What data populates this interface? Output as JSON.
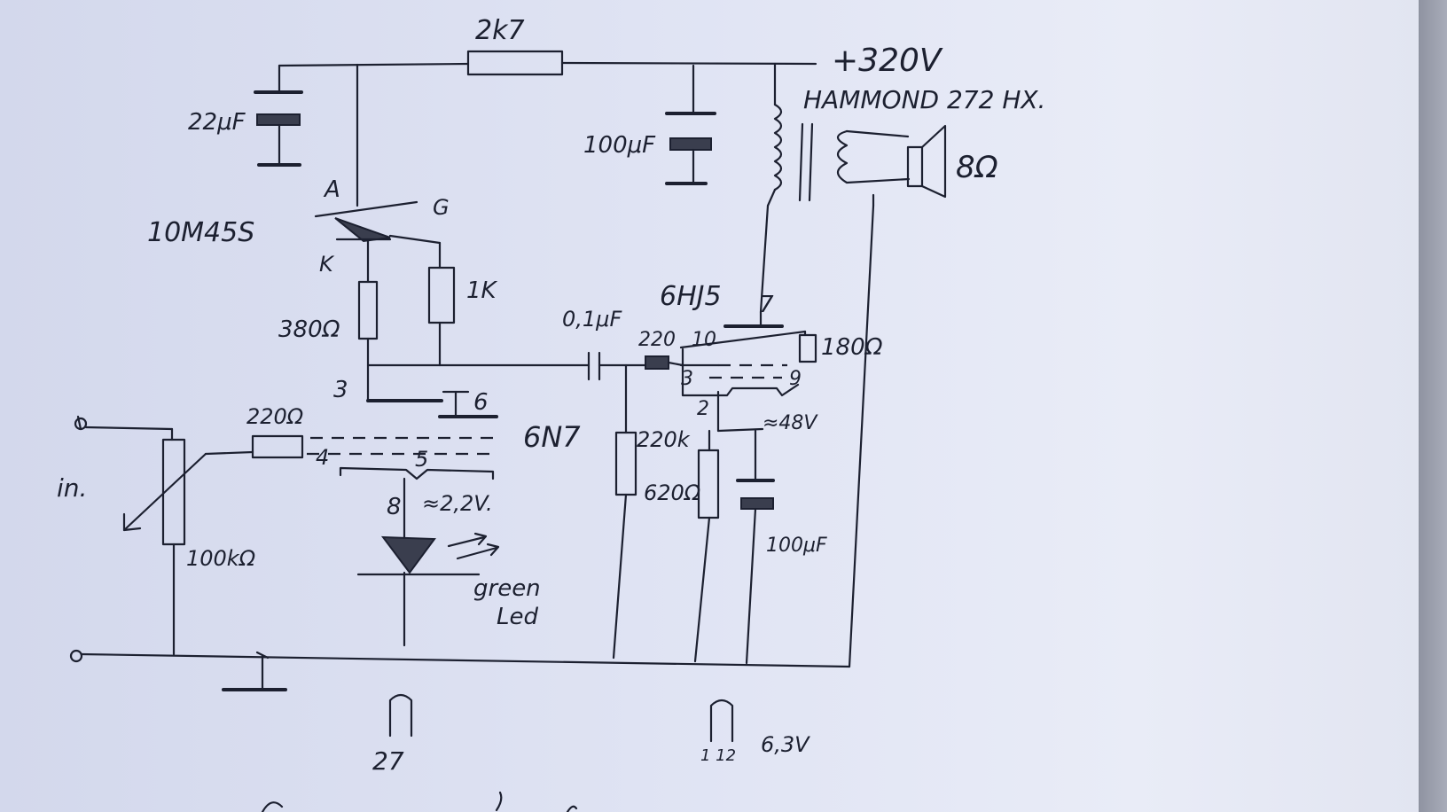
{
  "supply": {
    "voltage": "+320V",
    "series_resistor": "2k7"
  },
  "transformer": {
    "label": "HAMMOND 272 HX.",
    "speaker": "8Ω"
  },
  "power_tube": {
    "name": "6HJ5",
    "pin_anode": "7",
    "pin_g2": "10",
    "pin_g1": "3",
    "pin_9": "9",
    "pin_cathode": "2",
    "grid_stopper": "220",
    "g2_resistor": "180Ω",
    "grid_leak": "220k",
    "cathode_resistor": "620Ω",
    "cathode_cap": "100μF",
    "cathode_voltage": "≈48V"
  },
  "driver_tube": {
    "name": "6N7",
    "pin_plate1": "3",
    "pin_plate2": "6",
    "pin_grid": "4",
    "pin_5": "5",
    "pin_cathode": "8",
    "grid_resistor": "220Ω",
    "cathode_voltage": "≈2,2V."
  },
  "ccs": {
    "name": "10M45S",
    "pin_a": "A",
    "pin_k": "K",
    "pin_g": "G",
    "sense_resistor": "380Ω",
    "gate_resistor": "1K"
  },
  "caps": {
    "supply_cap1": "22μF",
    "supply_cap2": "100μF",
    "coupling": "0,1μF"
  },
  "input": {
    "label": "in.",
    "pot": "100kΩ"
  },
  "led": {
    "label_line1": "green",
    "label_line2": "Led"
  },
  "heaters": {
    "tube1_pin": "27",
    "tube2_pins": "1  12",
    "voltage": "6,3V"
  }
}
